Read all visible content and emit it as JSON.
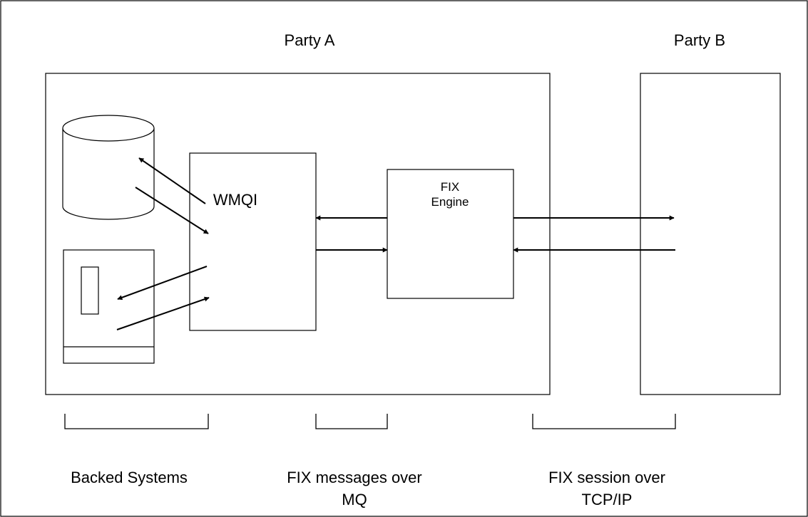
{
  "party_a_label": "Party A",
  "party_b_label": "Party B",
  "wmqi_label": "WMQI",
  "fix_engine_label": [
    "FIX",
    "Engine"
  ],
  "bracket_labels": {
    "backend": [
      "Backed Systems"
    ],
    "mq": [
      "FIX messages over",
      "MQ"
    ],
    "tcp": [
      "FIX session over",
      "TCP/IP"
    ]
  },
  "icons": {
    "database": "database-cylinder-icon",
    "server": "server-cabinet-icon"
  },
  "colors": {
    "stroke": "#000000",
    "background": "#ffffff"
  }
}
